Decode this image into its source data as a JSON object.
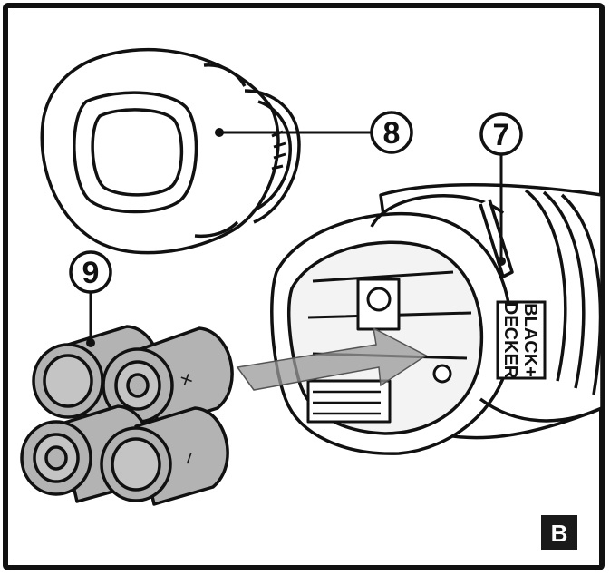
{
  "figure": {
    "letter": "B",
    "callouts": [
      {
        "id": "cap",
        "number": "8"
      },
      {
        "id": "light-body",
        "number": "7"
      },
      {
        "id": "batteries",
        "number": "9"
      }
    ],
    "battery_polarity": {
      "plus": "+",
      "minus": "−"
    },
    "brand": {
      "line1": "BLACK+",
      "line2": "DECKER"
    }
  },
  "colors": {
    "line": "#111111",
    "battery_fill": "#b3b3b3",
    "arrow_fill": "#9a9a9a",
    "badge_fill": "#1a1a1a"
  }
}
